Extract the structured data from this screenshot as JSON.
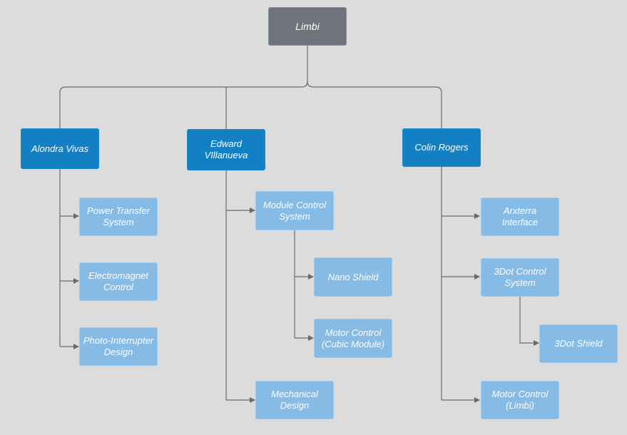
{
  "diagram": {
    "root": "Limbi",
    "members": [
      "Alondra Vivas",
      "Edward\nVIllanueva",
      "Colin Rogers"
    ],
    "tasks": {
      "power_transfer": "Power Transfer\nSystem",
      "electromagnet": "Electromagnet\nControl",
      "photo_interrupter": "Photo-Interrupter\nDesign",
      "module_control": "Module Control\nSystem",
      "nano_shield": "Nano Shield",
      "motor_control_cubic": "Motor Control\n(Cubic Module)",
      "mechanical_design": "Mechanical\nDesign",
      "arxterra_interface": "Arxterra\nInterface",
      "dot_control": "3Dot Control\nSystem",
      "dot_shield": "3Dot Shield",
      "motor_control_limbi": "Motor Control\n(Limbi)"
    },
    "colors": {
      "background": "#dcdcdc",
      "root": "#6f747b",
      "member": "#1480c4",
      "task": "#86bbe6",
      "connector": "#6b6b6b"
    }
  }
}
